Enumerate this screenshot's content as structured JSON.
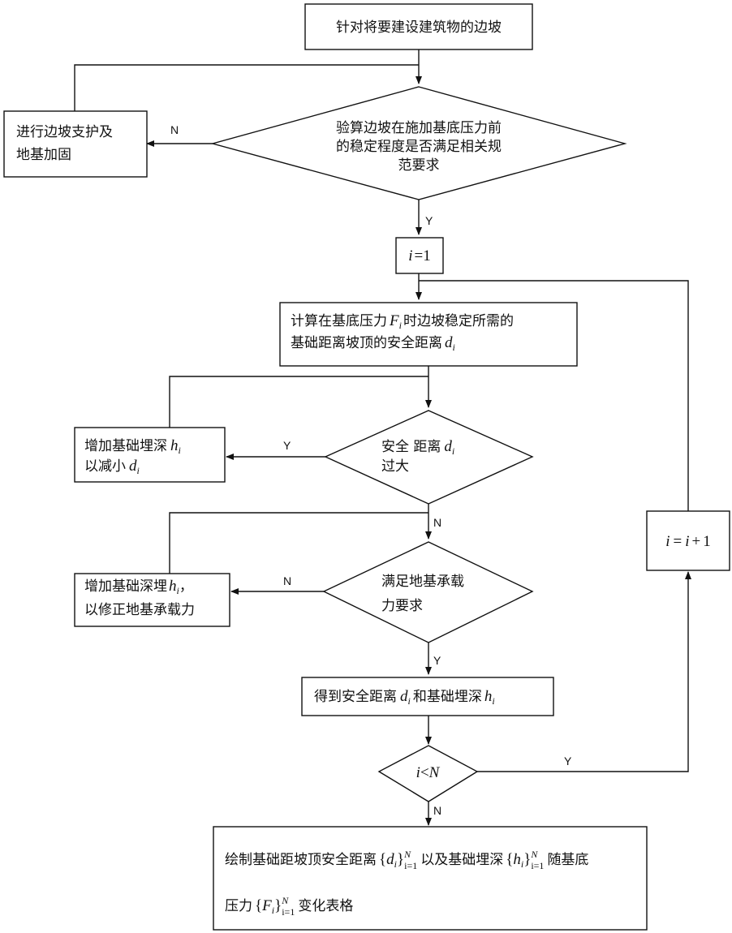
{
  "nodes": {
    "start": "针对将要建设建筑物的边坡",
    "check_stability": [
      "验算边坡在施加基底压力前",
      "的稳定程度是否满足相关规",
      "范要求"
    ],
    "reinforce": [
      "进行边坡支护及",
      "地基加固"
    ],
    "init_i": {
      "var": "i",
      "op": "=",
      "val": "1"
    },
    "compute": {
      "line1_pre": "计算在基底压力",
      "F": "F",
      "sub_i": "i",
      "line1_post": "时边坡稳定所需的",
      "line2_pre": "基础距离坡顶的安全距离",
      "d": "d"
    },
    "dist_large": {
      "pre": "安全 距离",
      "line2": "过大",
      "d": "d",
      "i": "i"
    },
    "increase_depth_1": {
      "pre": "增加基础埋深",
      "line2_pre": "以减小",
      "h": "h",
      "d": "d",
      "i": "i"
    },
    "bearing": [
      "满足地基承载",
      "力要求"
    ],
    "increase_depth_2": {
      "pre": "增加基础深埋",
      "comma": "，",
      "line2": "以修正地基承载力",
      "h": "h",
      "i": "i"
    },
    "result": {
      "pre": "得到安全距离",
      "mid": "和基础埋深",
      "d": "d",
      "h": "h",
      "i": "i"
    },
    "loop_cond": {
      "i": "i",
      "op": "<",
      "N": "N"
    },
    "increment": {
      "i": "i",
      "eq": "=",
      "i2": "i",
      "plus": "+",
      "one": "1"
    },
    "output": {
      "l1_a": "绘制基础距坡顶安全距离",
      "l1_b": "以及基础埋深",
      "l1_c": "随基底",
      "l2_a": "压力",
      "l2_b": "变化表格",
      "d": "d",
      "h": "h",
      "F": "F",
      "i": "i",
      "sup": "N",
      "sub": "i=1"
    }
  },
  "edge_labels": {
    "yes": "Y",
    "no": "N"
  }
}
